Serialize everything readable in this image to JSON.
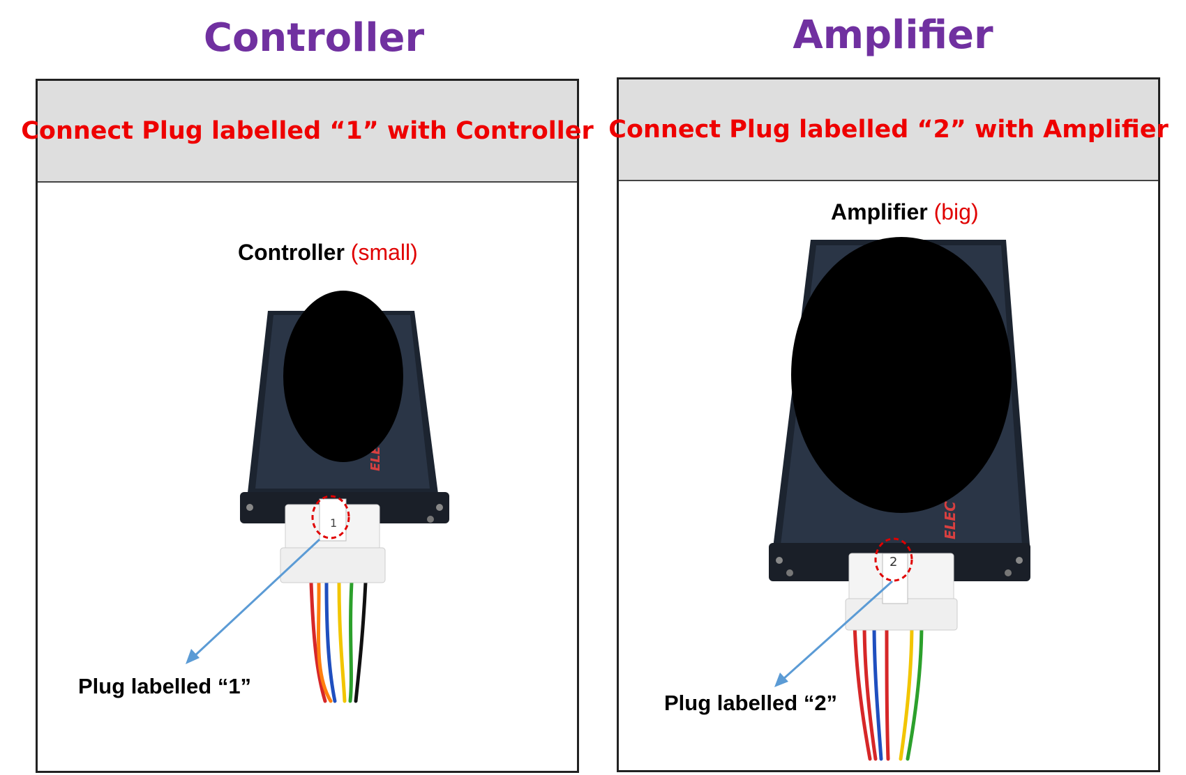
{
  "panels": [
    {
      "heading": "Controller",
      "instruction": "Connect Plug labelled “1” with Controller",
      "device_name": "Controller",
      "device_size": "(small)",
      "plug_label": "Plug labelled “1”",
      "plug_number": "1",
      "body_text": "ELEC"
    },
    {
      "heading": "Amplifier",
      "instruction": "Connect Plug labelled “2” with Amplifier",
      "device_name": "Amplifier",
      "device_size": "(big)",
      "plug_label": "Plug labelled “2”",
      "plug_number": "2",
      "body_text": "ELEC"
    }
  ],
  "colors": {
    "heading": "#7030a0",
    "instruction": "#ee0000",
    "header_band": "#dedede",
    "arrow": "#5b9bd5",
    "highlight_circle": "#e00000",
    "wires": [
      "#d62728",
      "#ff7f0e",
      "#1f4fbf",
      "#2ca02c",
      "#f2c500",
      "#111111"
    ]
  }
}
